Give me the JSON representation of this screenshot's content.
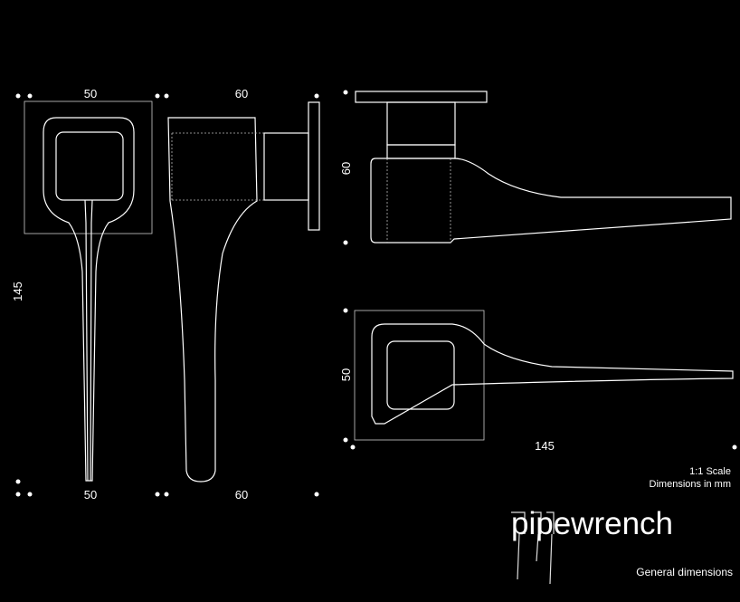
{
  "dimensions": {
    "front_top_width": "50",
    "side_top_depth": "60",
    "front_height": "145",
    "front_bottom_width": "50",
    "side_bottom_depth": "60",
    "top_view_depth": "60",
    "plan_height": "50",
    "plan_length": "145"
  },
  "notes": {
    "scale": "1:1 Scale",
    "units": "Dimensions in mm"
  },
  "brand": {
    "logo_text": "pipewrench",
    "caption": "General dimensions"
  },
  "colors": {
    "background": "#000000",
    "lines": "#ffffff",
    "logo_light": "#dddddd",
    "logo_dark": "#555555"
  }
}
